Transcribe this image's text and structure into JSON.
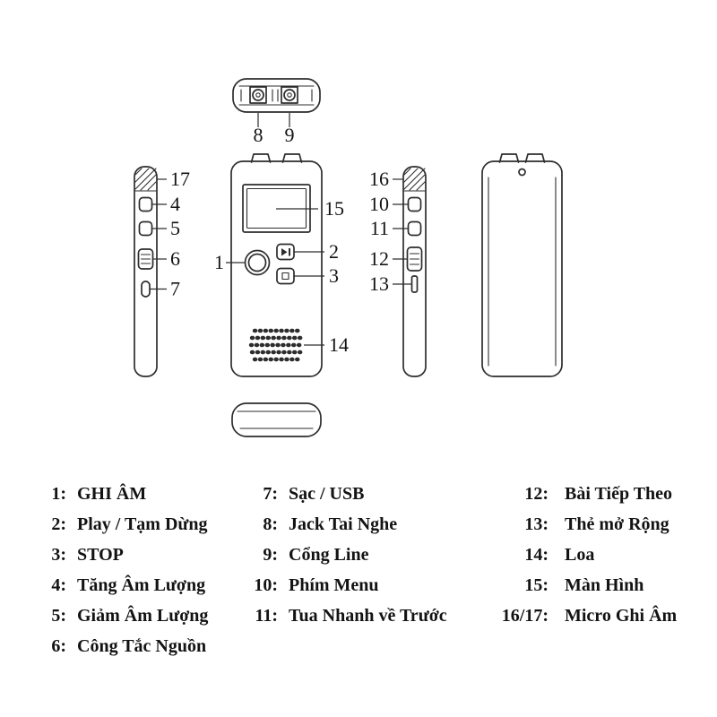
{
  "diagram": {
    "callouts": {
      "record": "1",
      "play": "2",
      "stop": "3",
      "vol_up": "4",
      "vol_down": "5",
      "power": "6",
      "usb": "7",
      "jack": "8",
      "line": "9",
      "menu": "10",
      "rewind": "11",
      "next": "12",
      "card": "13",
      "speaker": "14",
      "screen": "15",
      "mic_right": "16",
      "mic_left": "17"
    }
  },
  "legend": {
    "columns": [
      {
        "items": [
          {
            "num": "1:",
            "label": "GHI ÂM"
          },
          {
            "num": "2:",
            "label": "Play / Tạm Dừng"
          },
          {
            "num": "3:",
            "label": "STOP"
          },
          {
            "num": "4:",
            "label": "Tăng Âm Lượng"
          },
          {
            "num": "5:",
            "label": "Giảm Âm Lượng"
          },
          {
            "num": "6:",
            "label": "Công Tắc Nguồn"
          }
        ]
      },
      {
        "items": [
          {
            "num": "7:",
            "label": "Sạc / USB"
          },
          {
            "num": "8:",
            "label": "Jack Tai Nghe"
          },
          {
            "num": "9:",
            "label": "Cổng Line"
          },
          {
            "num": "10:",
            "label": "Phím Menu"
          },
          {
            "num": "11:",
            "label": "Tua Nhanh về Trước"
          }
        ]
      },
      {
        "items": [
          {
            "num": "12:",
            "label": "Bài Tiếp Theo"
          },
          {
            "num": "13:",
            "label": "Thẻ mở Rộng"
          },
          {
            "num": "14:",
            "label": "Loa"
          },
          {
            "num": "15:",
            "label": "Màn Hình"
          },
          {
            "num": "16/17:",
            "label": "Micro Ghi Âm"
          }
        ]
      }
    ]
  },
  "colors": {
    "line": "#2d2d2d",
    "text": "#131313",
    "background": "#ffffff"
  }
}
